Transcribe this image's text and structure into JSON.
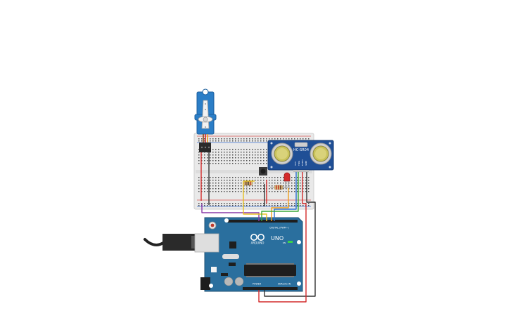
{
  "circuit": {
    "sensor": {
      "model_label": "HC-SR04",
      "pin_labels": [
        "VCC",
        "TRIG",
        "ECHO",
        "GND"
      ]
    },
    "arduino": {
      "brand_label": "ARDUINO",
      "model_label": "UNO",
      "digital_header_label": "DIGITAL (PWM~)",
      "power_header_label": "POWER",
      "analog_header_label": "ANALOG IN",
      "on_label": "ON"
    },
    "colors": {
      "arduino_board": "#2a6f9e",
      "breadboard": "#e8e8e8",
      "sensor_board": "#1f4f96",
      "servo_body": "#2b7ec7",
      "led": "#d42b2b",
      "wire_red": "#d42b2b",
      "wire_black": "#333333",
      "wire_orange": "#f0a020",
      "wire_yellow": "#e8c020",
      "wire_green": "#3aa838",
      "wire_blue": "#2b6fd0",
      "wire_purple": "#8a3aa8"
    }
  }
}
